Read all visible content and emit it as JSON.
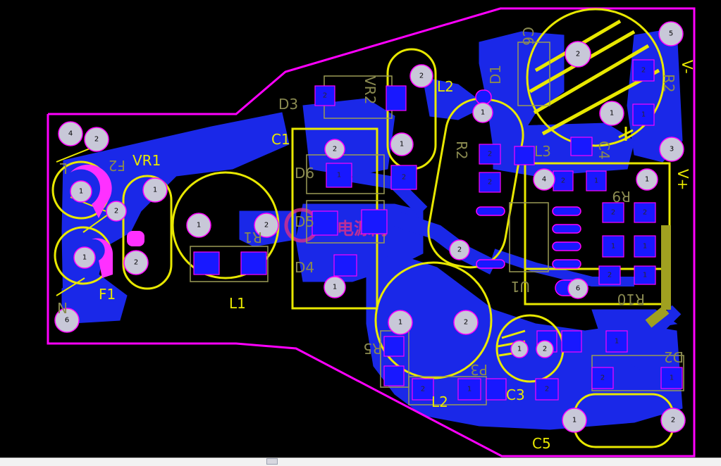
{
  "board": {
    "colors": {
      "background": "#000000",
      "copper": "#1a28e8",
      "outline": "#ff00ff",
      "silkscreen": "#e8e800",
      "pad": "#c8c8d8",
      "smd_pad": "#1818ff"
    }
  },
  "labels": {
    "c1": "C1",
    "c3": "C3",
    "c5": "C5",
    "c6": "C6",
    "d1": "D1",
    "d2": "D2",
    "d3": "D3",
    "d4": "D4",
    "d5": "D5",
    "d6": "D6",
    "f1": "F1",
    "f2": "F2",
    "vr1": "VR1",
    "vr2": "VR2",
    "l1": "L1",
    "l2_top": "L2",
    "l2_bottom": "L2",
    "l3": "L3",
    "r1": "R1",
    "r2": "R2",
    "r5": "R5",
    "r9": "R9",
    "r10": "R10",
    "p3": "P3",
    "c4": "C4",
    "u1": "U1",
    "v_minus": "V-",
    "v_plus": "V+",
    "terminal_n": "N",
    "terminal_l": "L",
    "watermark": "电源网"
  },
  "pins": {
    "one": "1",
    "two": "2",
    "three": "3",
    "four": "4",
    "five": "5",
    "six": "6"
  },
  "statusbar": {}
}
